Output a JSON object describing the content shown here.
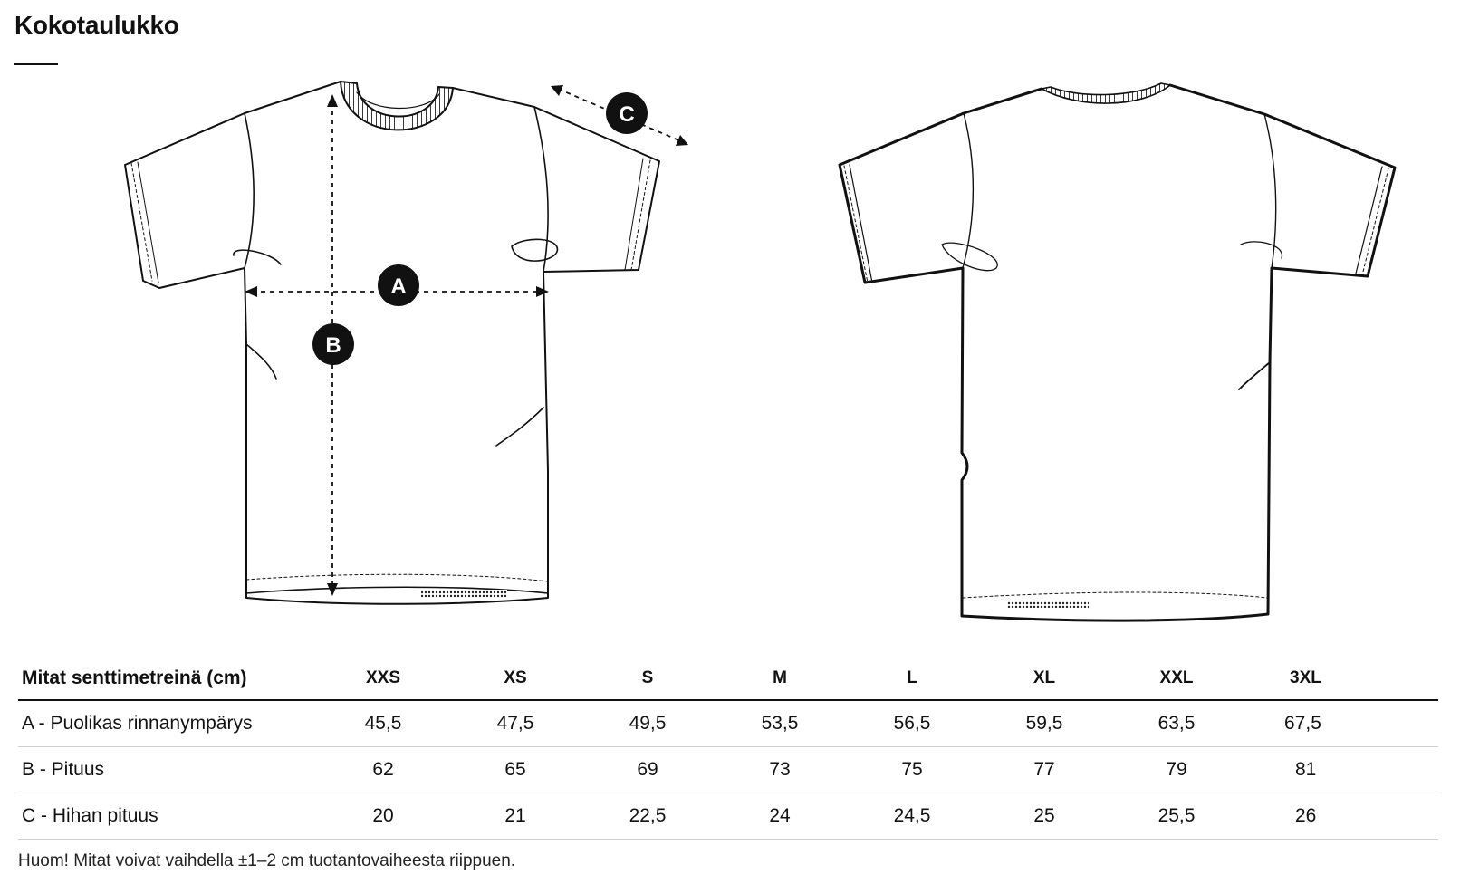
{
  "page": {
    "title": "Kokotaulukko"
  },
  "diagram": {
    "markers": {
      "a": "A",
      "b": "B",
      "c": "C"
    }
  },
  "table": {
    "header_label": "Mitat senttimetreinä (cm)",
    "sizes": [
      "XXS",
      "XS",
      "S",
      "M",
      "L",
      "XL",
      "XXL",
      "3XL"
    ],
    "rows": [
      {
        "label": "A - Puolikas rinnanympärys",
        "values": [
          "45,5",
          "47,5",
          "49,5",
          "53,5",
          "56,5",
          "59,5",
          "63,5",
          "67,5"
        ]
      },
      {
        "label": "B - Pituus",
        "values": [
          "62",
          "65",
          "69",
          "73",
          "75",
          "77",
          "79",
          "81"
        ]
      },
      {
        "label": "C - Hihan pituus",
        "values": [
          "20",
          "21",
          "22,5",
          "24",
          "24,5",
          "25",
          "25,5",
          "26"
        ]
      }
    ]
  },
  "note": "Huom! Mitat voivat vaihdella ±1–2 cm tuotantovaiheesta riippuen."
}
